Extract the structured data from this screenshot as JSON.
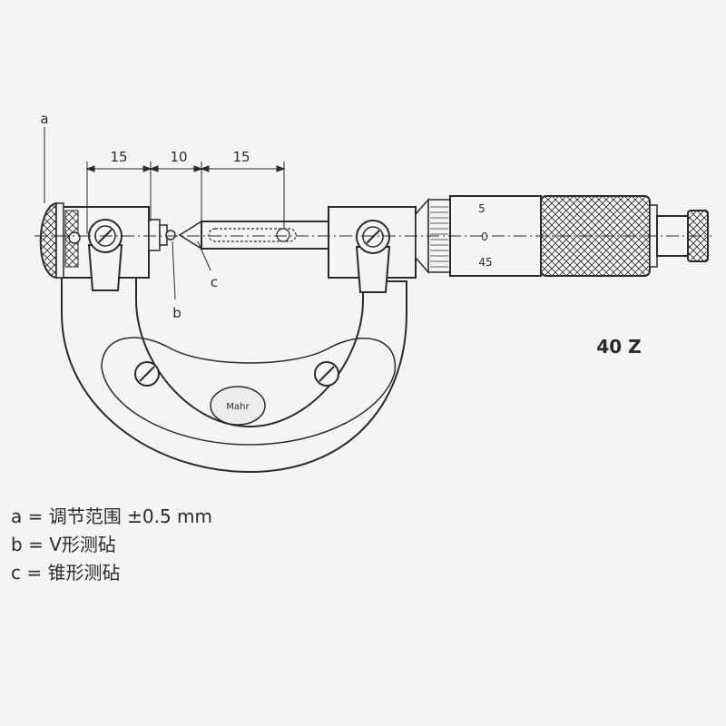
{
  "diagram": {
    "callouts": {
      "a": "a",
      "b": "b",
      "c": "c"
    },
    "dimensions": [
      "15",
      "10",
      "15"
    ],
    "thimble_scale": [
      "5",
      "0",
      "45"
    ],
    "brand": "Mahr",
    "model": "40 Z"
  },
  "legend": [
    {
      "key": "a",
      "sep": "=",
      "text": "调节范围 ±0.5 mm"
    },
    {
      "key": "b",
      "sep": "=",
      "text": "V形测砧"
    },
    {
      "key": "c",
      "sep": "=",
      "text": "锥形测砧"
    }
  ],
  "colors": {
    "line": "#2a2a2a",
    "background": "#f4f4f2"
  }
}
